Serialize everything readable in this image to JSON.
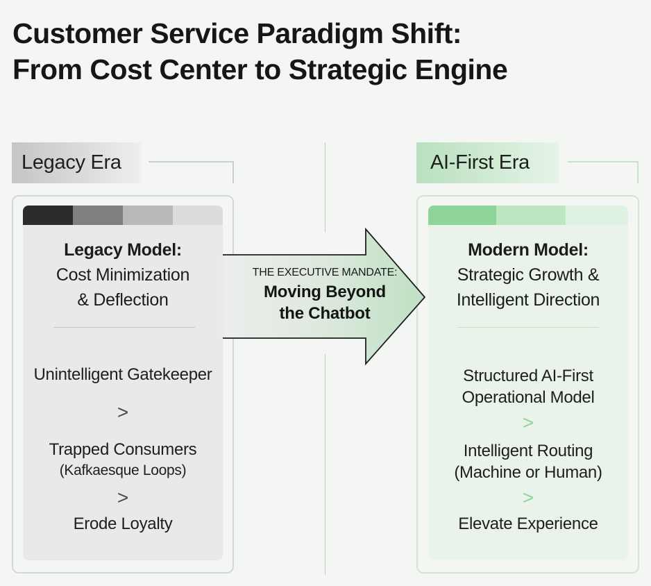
{
  "title": {
    "line1": "Customer Service Paradigm Shift:",
    "line2": "From Cost Center to Strategic Engine"
  },
  "legacy": {
    "era_label": "Legacy Era",
    "model_heading": "Legacy Model:",
    "model_line1": "Cost Minimization",
    "model_line2": "& Deflection",
    "steps": [
      {
        "line1": "Unintelligent Gatekeeper",
        "line2": ""
      },
      {
        "line1": "Trapped Consumers",
        "line2": "(Kafkaesque Loops)"
      },
      {
        "line1": "Erode Loyalty",
        "line2": ""
      }
    ],
    "separator": ">"
  },
  "ai_first": {
    "era_label": "AI-First Era",
    "model_heading": "Modern Model:",
    "model_line1": "Strategic Growth &",
    "model_line2": "Intelligent Direction",
    "steps": [
      {
        "line1": "Structured AI-First",
        "line2": "Operational Model"
      },
      {
        "line1": "Intelligent Routing",
        "line2": "(Machine or Human)"
      },
      {
        "line1": "Elevate Experience",
        "line2": ""
      }
    ],
    "separator": ">"
  },
  "mandate": {
    "kicker": "THE EXECUTIVE MANDATE:",
    "title_line1": "Moving Beyond",
    "title_line2": "the Chatbot"
  },
  "colors": {
    "legacy_bar": [
      "#2b2b2b",
      "#7f7f7f",
      "#b9b9b9",
      "#dcdcdc"
    ],
    "ai_bar": [
      "#8fd49a",
      "#bde6c3",
      "#dff1e2"
    ],
    "ai_chevron": "#8fd49a",
    "legacy_chevron": "#4a4a4a"
  }
}
